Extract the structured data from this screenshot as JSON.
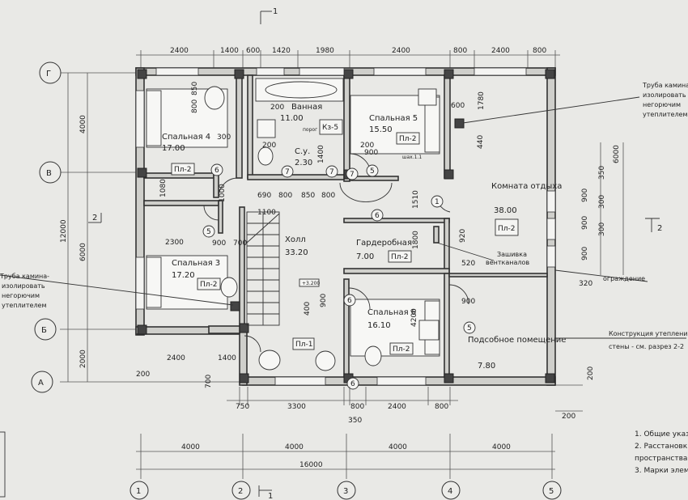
{
  "section_marks": {
    "top": "1",
    "side_left": "2",
    "side_right": "2",
    "bottom": "1"
  },
  "axes_letters": [
    "Г",
    "В",
    "Б",
    "А"
  ],
  "axes_numbers": [
    "1",
    "2",
    "3",
    "4",
    "5"
  ],
  "dims": {
    "top": [
      "2400",
      "1400",
      "600",
      "1420",
      "1980",
      "2400",
      "800",
      "2400",
      "800"
    ],
    "left_outer": "12000",
    "left_inner": [
      "4000",
      "6000",
      "2000"
    ],
    "bottom_row1": [
      "750",
      "3300",
      "800",
      "2400",
      "800"
    ],
    "bottom_350": "350",
    "bottom_axis": [
      "4000",
      "4000",
      "4000",
      "4000"
    ],
    "bottom_total": "16000",
    "right": [
      "6000",
      "350",
      "900",
      "300",
      "900",
      "300",
      "900",
      "320",
      "200",
      "200"
    ],
    "inner": [
      "850",
      "300",
      "800",
      "200",
      "200",
      "1400",
      "690",
      "800",
      "850",
      "800",
      "1080",
      "1000",
      "1100",
      "2300",
      "900",
      "700",
      "400",
      "900",
      "2400",
      "1400",
      "200",
      "700",
      "1510",
      "1800",
      "920",
      "520",
      "900",
      "4200",
      "600",
      "1780",
      "440",
      "200",
      "900"
    ]
  },
  "rooms": [
    {
      "name": "Спальная 4",
      "area": "17.00",
      "floor": "Пл-2"
    },
    {
      "name": "Ванная",
      "area": "11.00",
      "floor": "Кз-5",
      "note": "порог"
    },
    {
      "name": "С.у.",
      "area": "2.30"
    },
    {
      "name": "Спальная 5",
      "area": "15.50",
      "floor": "Пл-2",
      "note": "шах.1.1"
    },
    {
      "name": "Комната отдыха",
      "area": "38.00",
      "floor": "Пл-2"
    },
    {
      "name": "Холл",
      "area": "33.20",
      "floor": "Пл-1"
    },
    {
      "name": "Гардеробная",
      "area": "7.00",
      "floor": "Пл-2"
    },
    {
      "name": "Спальная 3",
      "area": "17.20",
      "floor": "Пл-2"
    },
    {
      "name": "Спальная 6",
      "area": "16.10",
      "floor": "Пл-2"
    },
    {
      "name": "Подсобное помещение",
      "area": "7.80"
    }
  ],
  "hall_level": "+3.200",
  "markers": [
    "6",
    "7",
    "7",
    "7",
    "5",
    "6",
    "1",
    "5",
    "6",
    "6",
    "5"
  ],
  "notes": {
    "pipe_right": [
      "Труба камина-",
      "изолировать",
      "негорючим",
      "утеплителем"
    ],
    "pipe_left": [
      "Труба камина-",
      "изолировать",
      "негорючим",
      "утеплителем"
    ],
    "vent": [
      "Зашивка",
      "вентканалов"
    ],
    "fence": "ограждение",
    "insulation": [
      "Конструкция утепления",
      "стены - см. разрез 2-2"
    ],
    "general": [
      "1. Общие указ",
      "2. Расстановк",
      "пространства",
      "3. Марки элем"
    ]
  }
}
